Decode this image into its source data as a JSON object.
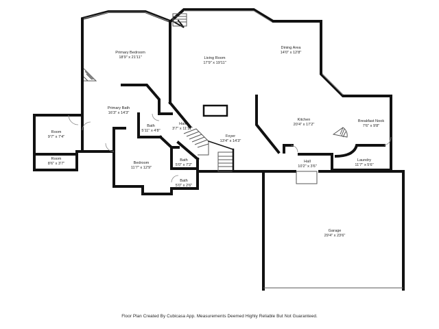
{
  "rooms": {
    "primary_bedroom": {
      "name": "Primary Bedroom",
      "dims": "18'9\" x 21'11\""
    },
    "living_room": {
      "name": "Living Room",
      "dims": "17'9\" x 19'11\""
    },
    "dining_area": {
      "name": "Dining Area",
      "dims": "14'0\" x 12'8\""
    },
    "primary_bath": {
      "name": "Primary Bath",
      "dims": "16'3\" x 14'3\""
    },
    "room_1": {
      "name": "Room",
      "dims": "9'7\" x 7'4\""
    },
    "room_2": {
      "name": "Room",
      "dims": "8'6\" x 3'7\""
    },
    "bath_1": {
      "name": "Bath",
      "dims": "5'11\" x 4'8\""
    },
    "hall_1": {
      "name": "Hall",
      "dims": "3'7\" x 11'11\""
    },
    "kitchen": {
      "name": "Kitchen",
      "dims": "20'4\" x 17'2\""
    },
    "breakfast_nook": {
      "name": "Breakfast Nook",
      "dims": "7'6\" x 9'8\""
    },
    "foyer": {
      "name": "Foyer",
      "dims": "13'4\" x 14'3\""
    },
    "bedroom": {
      "name": "Bedroom",
      "dims": "11'7\" x 12'9\""
    },
    "bath_2": {
      "name": "Bath",
      "dims": "5'0\" x 7'2\""
    },
    "bath_3": {
      "name": "Bath",
      "dims": "5'0\" x 2'6\""
    },
    "hall_2": {
      "name": "Hall",
      "dims": "10'2\" x 3'6\""
    },
    "laundry": {
      "name": "Laundry",
      "dims": "11'7\" x 5'6\""
    },
    "garage": {
      "name": "Garage",
      "dims": "29'4\" x 23'6\""
    }
  },
  "footer": "Floor Plan Created By Cubicasa App. Measurements Deemed Highly Reliable But Not Guaranteed."
}
